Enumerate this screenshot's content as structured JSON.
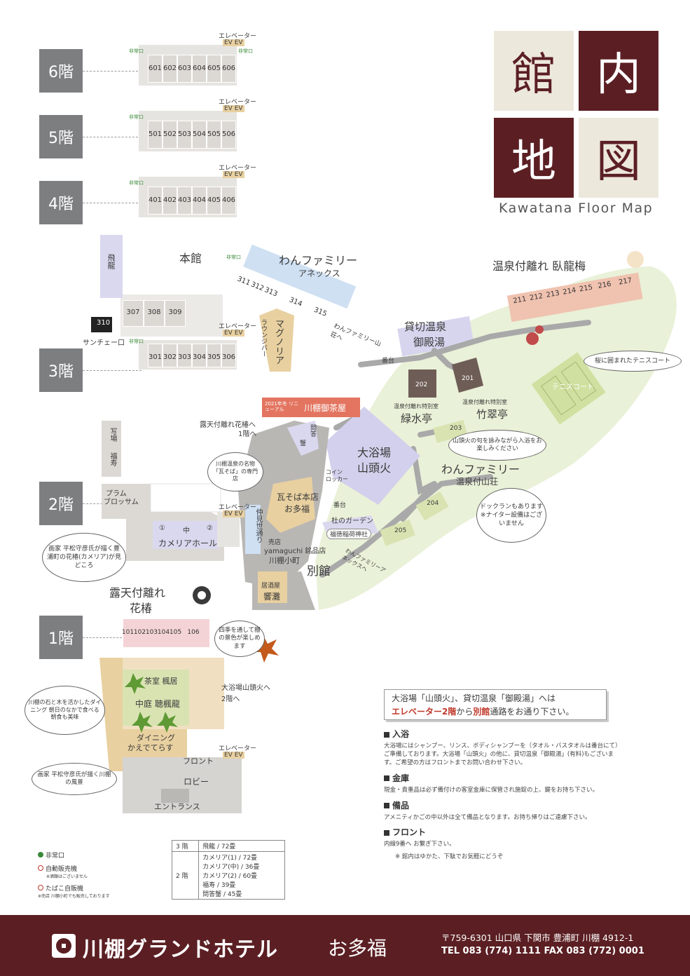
{
  "title": {
    "chars": [
      "館",
      "内",
      "地",
      "図"
    ],
    "subtitle": "Kawatana Floor Map"
  },
  "floors": [
    "6階",
    "5階",
    "4階",
    "3階",
    "2階",
    "1階"
  ],
  "rooms": {
    "f6": [
      "601",
      "602",
      "603",
      "604",
      "605",
      "606"
    ],
    "f5": [
      "501",
      "502",
      "503",
      "504",
      "505",
      "506"
    ],
    "f4": [
      "401",
      "402",
      "403",
      "404",
      "405",
      "406"
    ],
    "f3": [
      "301",
      "302",
      "303",
      "304",
      "305",
      "306"
    ],
    "f3b": [
      "307",
      "308",
      "309"
    ],
    "f3c": "310",
    "annex": [
      "311",
      "312",
      "313",
      "314",
      "315"
    ],
    "garyubai": [
      "211",
      "212",
      "213",
      "214",
      "215",
      "216",
      "217"
    ],
    "f1": [
      "101",
      "102",
      "103",
      "104",
      "105",
      "106"
    ]
  },
  "labels": {
    "elevator": "エレベーター",
    "ev": "EV EV",
    "emergency": "非常口",
    "honkan": "本館",
    "hiryu": "飛龍",
    "sunchae": "サンチェー口",
    "wanfamily_annex": "わんファミリー",
    "annex": "アネックス",
    "lounge_bar": "ラウンジバー",
    "magnolia": "マグノリア",
    "to_sanso": "わんファミリー山荘へ",
    "garyubai_title": "温泉付離れ 臥龍梅",
    "kashikiri": "貸切温泉",
    "goden": "御殿湯",
    "bandai": "番台",
    "tennis": "テニスコート",
    "tennis_bubble": "桜に囲まれたテニスコート",
    "r202": "202",
    "r201": "201",
    "ryokusui_sub": "温泉付離れ特別室",
    "ryokusui": "緑水亭",
    "chikusui_sub": "温泉付離れ特別室",
    "chikusui": "竹翠亭",
    "r203": "203",
    "r204": "204",
    "r205": "205",
    "yamatobi_bubble": "山頭火の句を詠みながら入浴をお楽しみください",
    "wanfamily2": "わんファミリー",
    "wanfamily2_sub": "温泉付山荘",
    "dogrun_bubble": "ドックランもあります ※ナイター設備はございません",
    "daiyokujo": "大浴場",
    "santoka": "山頭火",
    "renewal": "2021年冬 リニューアル",
    "chaya": "川棚御茶屋",
    "mondo": "問答",
    "kani": "蟹",
    "roten_to": "露天付離れ花椿へ",
    "f1_to": "1階へ",
    "kawara_bubble": "川棚温泉の名物「瓦そば」の専門店",
    "coin": "コイン",
    "locker": "ロッカー",
    "kawarasoba": "瓦そば本店",
    "otafuku": "お多福",
    "garden": "杜のガーデン",
    "inari": "福徳稲荷神社",
    "nakamise": "仲見世通り",
    "shop": "売店",
    "yamaguchi": "yamaguchi 銘品店",
    "komachi": "川棚小町",
    "bekkan": "別館",
    "izakaya": "居酒屋",
    "hibiki": "響灘",
    "annex_to": "わんファミリーアネックスへ",
    "shajo": "写場",
    "fuku": "福寿",
    "plum": "プラム",
    "blossom": "ブロッサム",
    "c1": "①",
    "cm": "中",
    "c2": "②",
    "camellia": "カメリアホール",
    "camellia_bubble": "画家 平松守彦氏が描く豊浦町の花椿(カメリア)が見どころ",
    "roten_hanatsubaki": "露天付離れ",
    "hanatsubaki": "花椿",
    "shiki_bubble": "四季を通して棚の景色が楽しめます",
    "chashitsu": "茶室 楓居",
    "nakaniwa": "中庭 聴楓龍",
    "daiyoku_to": "大浴場山頭火へ",
    "f2_to": "2階へ",
    "dining_bubble": "川棚の石と木を活かしたダイニング 朝日のなかで食べる朝食も美味",
    "dining": "ダイニング",
    "kaede": "かえでてらす",
    "front": "フロント",
    "lobby": "ロビー",
    "entrance": "エントランス",
    "lobby_bubble": "画家 平松守彦氏が描く川棚の風景"
  },
  "notice": {
    "line1": "大浴場「山頭火」、貸切温泉「御殿湯」へは",
    "line2_a": "エレベーター2階",
    "line2_b": "から",
    "line2_c": "別館",
    "line2_d": "通路をお通り下さい。"
  },
  "info": [
    {
      "head": "入浴",
      "text": "大浴場にはシャンプー、リンス、ボディシャンプーを（タオル・バスタオルは番台にて）ご準備しております。大浴場「山頭火」の他に、貸切温泉「御殿湯」(有料)もございます。ご希望の方はフロントまでお問い合わせ下さい。"
    },
    {
      "head": "金庫",
      "text": "現金・貴重品は必ず備付けの客室金庫に保管され施錠の上、鍵をお持ち下さい。"
    },
    {
      "head": "備品",
      "text": "アメニティかごの中以外は全て備品となります。お持ち帰りはご遠慮下さい。"
    },
    {
      "head": "フロント",
      "text": "内線9番へ お繋ぎ下さい。"
    }
  ],
  "info_note": "※ 館内はゆかた、下駄でお気軽にどうぞ",
  "legend": {
    "emergency": "非常口",
    "vending": "自動販売機",
    "vending_note": "※酒類はございません",
    "tobacco": "たばこ自販機",
    "tobacco_note": "※売店 川棚小町でも販売しております"
  },
  "capacity": {
    "f3": "3 階",
    "f3_rows": "飛龍 / 72畳",
    "f2": "2 階",
    "f2_rows": [
      "カメリア(1) / 72畳",
      "カメリア(中) / 36畳",
      "カメリア(2) / 60畳",
      "福寿 / 39畳",
      "問答蟹 / 45畳"
    ]
  },
  "footer": {
    "logo_text": "川棚グランドホテル",
    "logo_sub": "お多福",
    "address": "〒759-6301 山口県 下関市 豊浦町 川棚 4912-1",
    "tel": "TEL 083 (774) 1111  FAX 083 (772) 0001"
  },
  "colors": {
    "brand": "#5b1f23",
    "tab": "#7d7e80",
    "green": "#e9f1d8",
    "room_gray": "#dcd9d4",
    "room_blue": "#cfe0f3",
    "room_peach": "#f0c2b0",
    "room_pink": "#f4d3d6",
    "tan": "#e8d0a0",
    "lavender": "#dad8ee",
    "olive": "#d9e3b2"
  }
}
